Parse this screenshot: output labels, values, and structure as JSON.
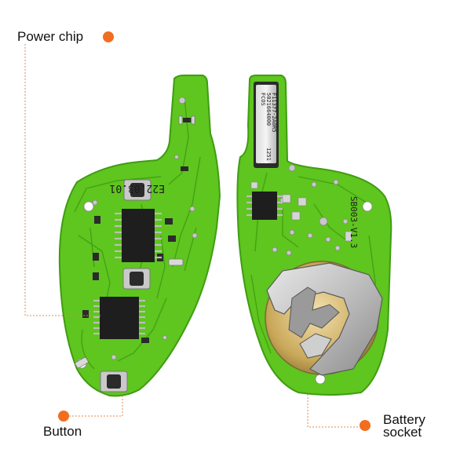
{
  "labels": {
    "power_chip": "Power chip",
    "button": "Button",
    "battery_line1": "Battery",
    "battery_line2": "socket"
  },
  "silkscreen": {
    "left_board_date": "E22.03.01",
    "right_board_code": "SB003-V1.3",
    "module_line1": "FCOS",
    "module_line2": "5021664000",
    "module_line3": "F11377-2A0R5",
    "module_line4": "1251"
  },
  "colors": {
    "accent_dot": "#f26d1f",
    "leader_line": "#e08a4a",
    "pcb_green": "#5fc51f",
    "pcb_edge": "#3f9d12"
  },
  "icons": {
    "marker": "orange-dot"
  }
}
